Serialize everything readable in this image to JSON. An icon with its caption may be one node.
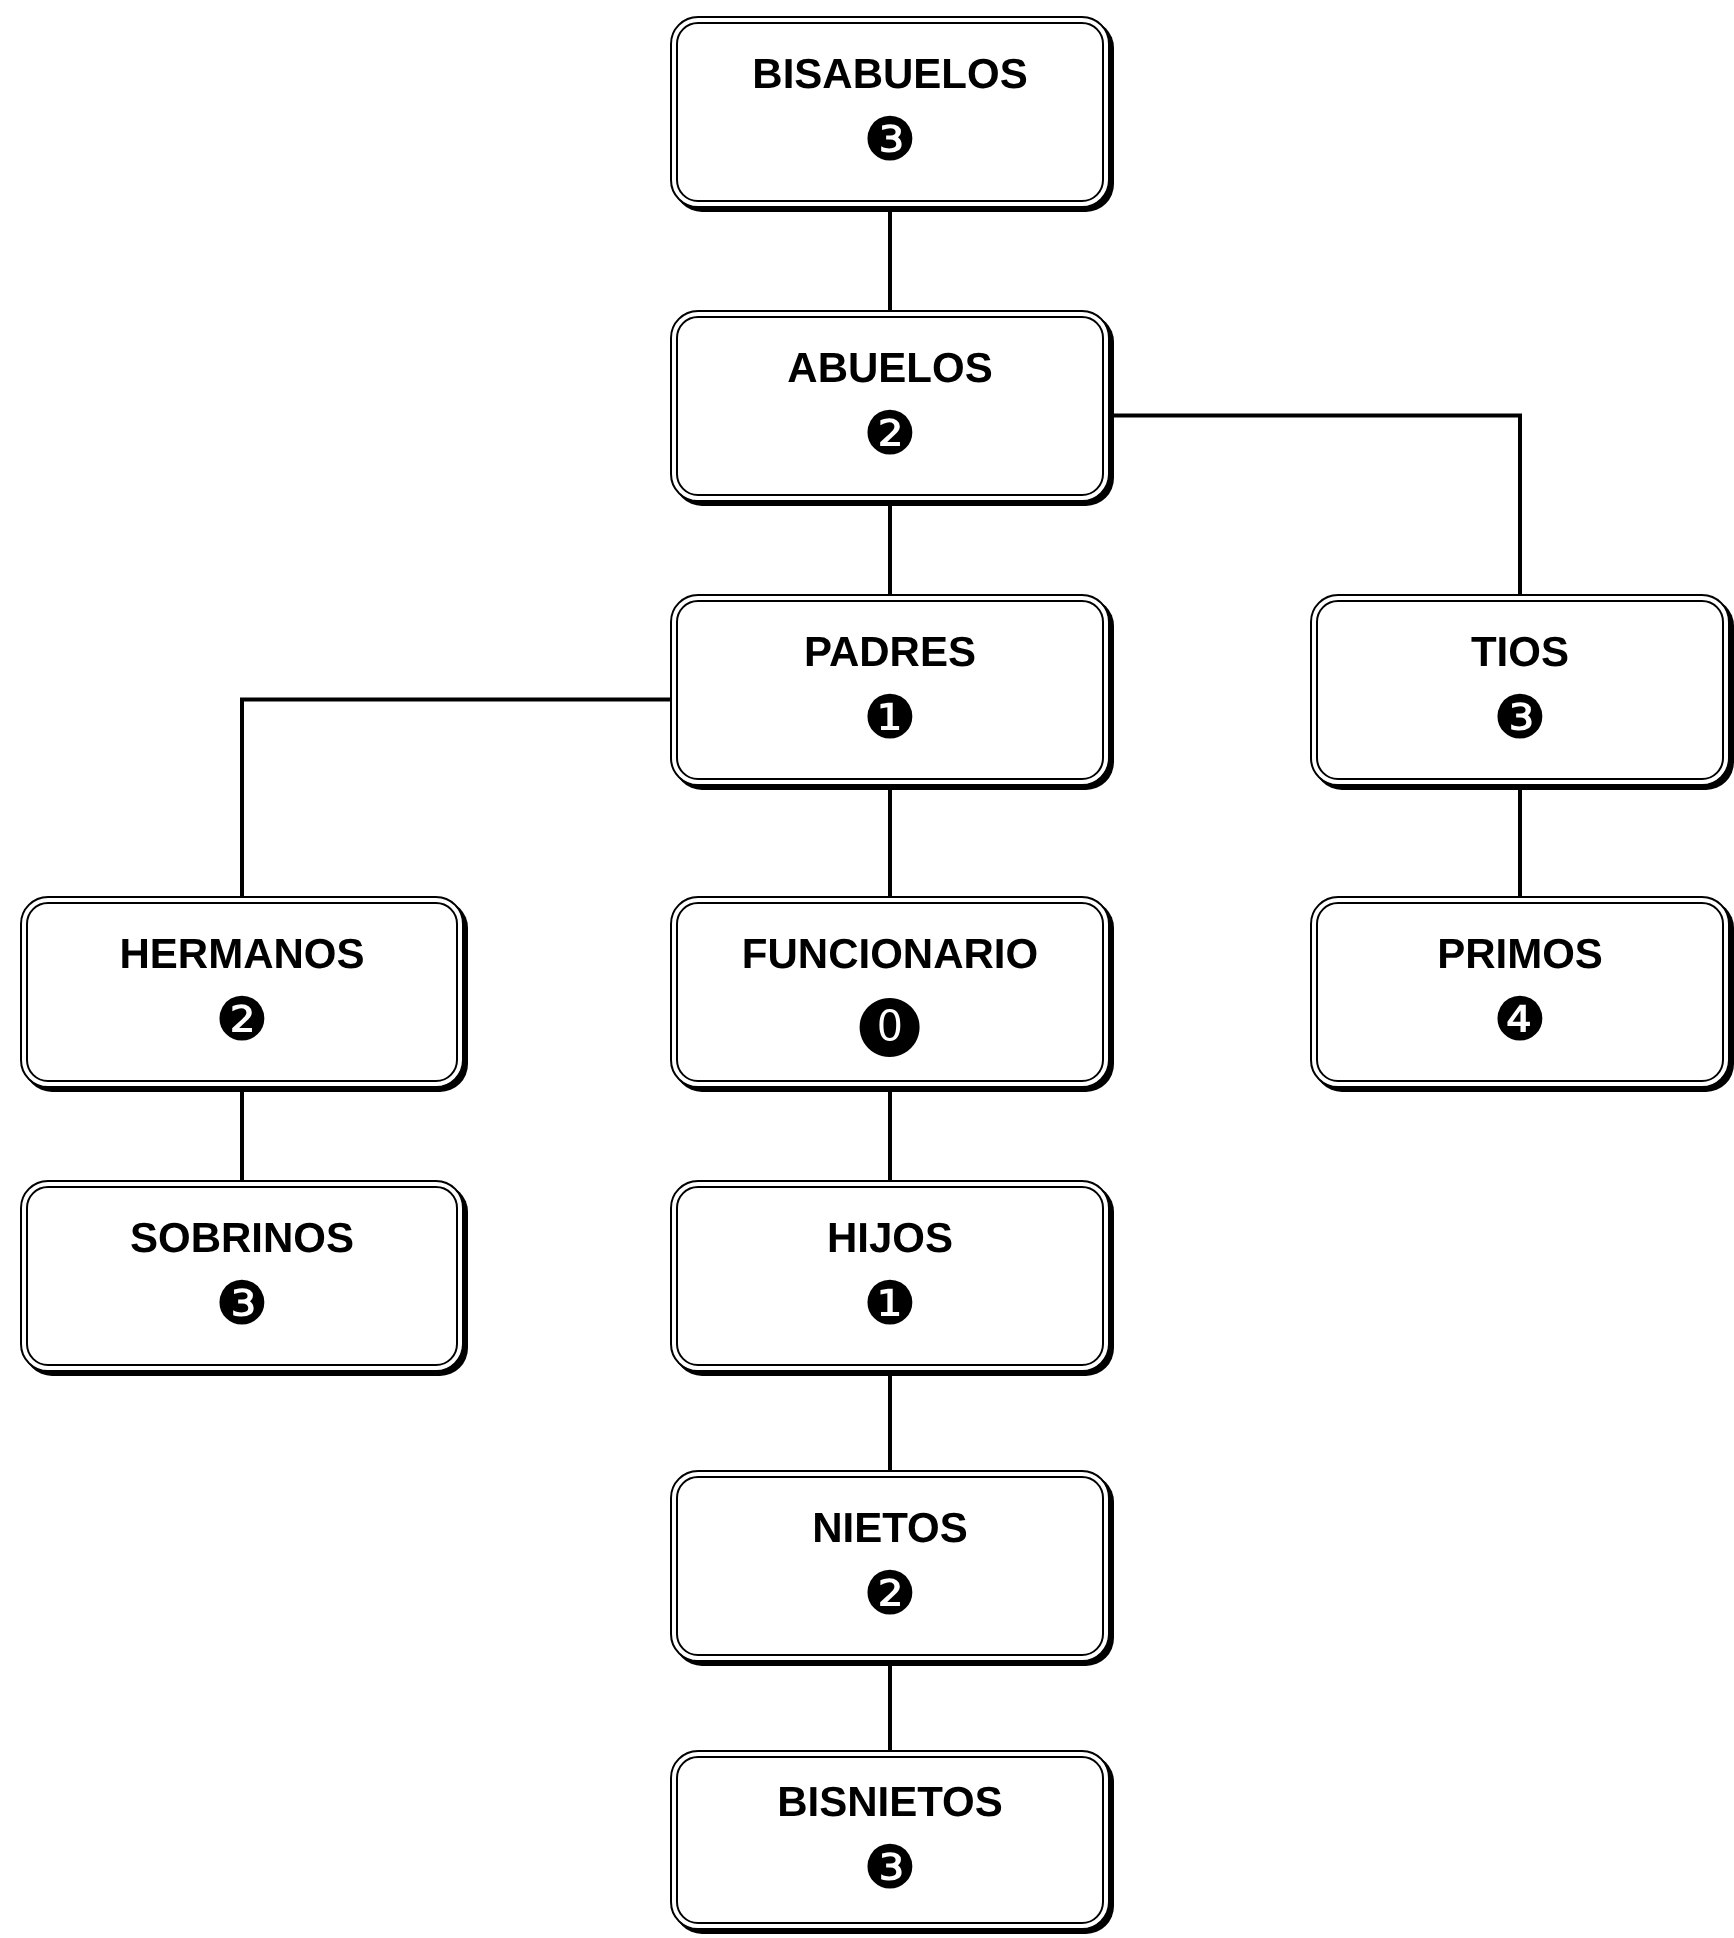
{
  "diagram": {
    "nodes": [
      {
        "text": [
          "BISABUELOS",
          "❸"
        ]
      },
      {
        "text": [
          "ABUELOS",
          "❷"
        ]
      },
      {
        "text": [
          "PADRES",
          "❶"
        ]
      },
      {
        "text": [
          "TIOS",
          "❸"
        ]
      },
      {
        "text": [
          "HERMANOS",
          "❷"
        ]
      },
      {
        "text": [
          "FUNCIONARIO",
          "⓿"
        ]
      },
      {
        "text": [
          "PRIMOS",
          "❹"
        ]
      },
      {
        "text": [
          "SOBRINOS",
          "❸"
        ]
      },
      {
        "text": [
          "HIJOS",
          "❶"
        ]
      },
      {
        "text": [
          "NIETOS",
          "❷"
        ]
      },
      {
        "text": [
          "BISNIETOS",
          "❸"
        ]
      }
    ],
    "edges": [
      {
        "from": 0,
        "to": 1,
        "arrow": "none"
      },
      {
        "from": 1,
        "to": 2,
        "arrow": "none"
      },
      {
        "from": 1,
        "to": 3,
        "arrow": "none"
      },
      {
        "from": 2,
        "to": 4,
        "arrow": "none"
      },
      {
        "from": 2,
        "to": 5,
        "arrow": "none"
      },
      {
        "from": 3,
        "to": 6,
        "arrow": "none"
      },
      {
        "from": 4,
        "to": 7,
        "arrow": "none"
      },
      {
        "from": 5,
        "to": 8,
        "arrow": "none"
      },
      {
        "from": 8,
        "to": 9,
        "arrow": "none"
      },
      {
        "from": 9,
        "to": 10,
        "arrow": "none"
      }
    ]
  }
}
